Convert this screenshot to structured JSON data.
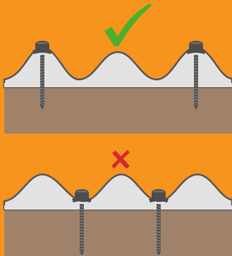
{
  "panels": [
    {
      "id": "correct",
      "verdict_icon": "checkmark-icon",
      "fastener_position": "crest",
      "screw_count": 2
    },
    {
      "id": "incorrect",
      "verdict_icon": "cross-icon",
      "fastener_position": "valley",
      "screw_count": 2
    }
  ],
  "colors": {
    "background": "#F7941D",
    "substrate": "#A0826B",
    "sheet_fill": "#E2E2E2",
    "sheet_edge": "#555555",
    "screw": "#4D4D4D",
    "check": "#4CAF2E",
    "cross": "#D8282E"
  }
}
